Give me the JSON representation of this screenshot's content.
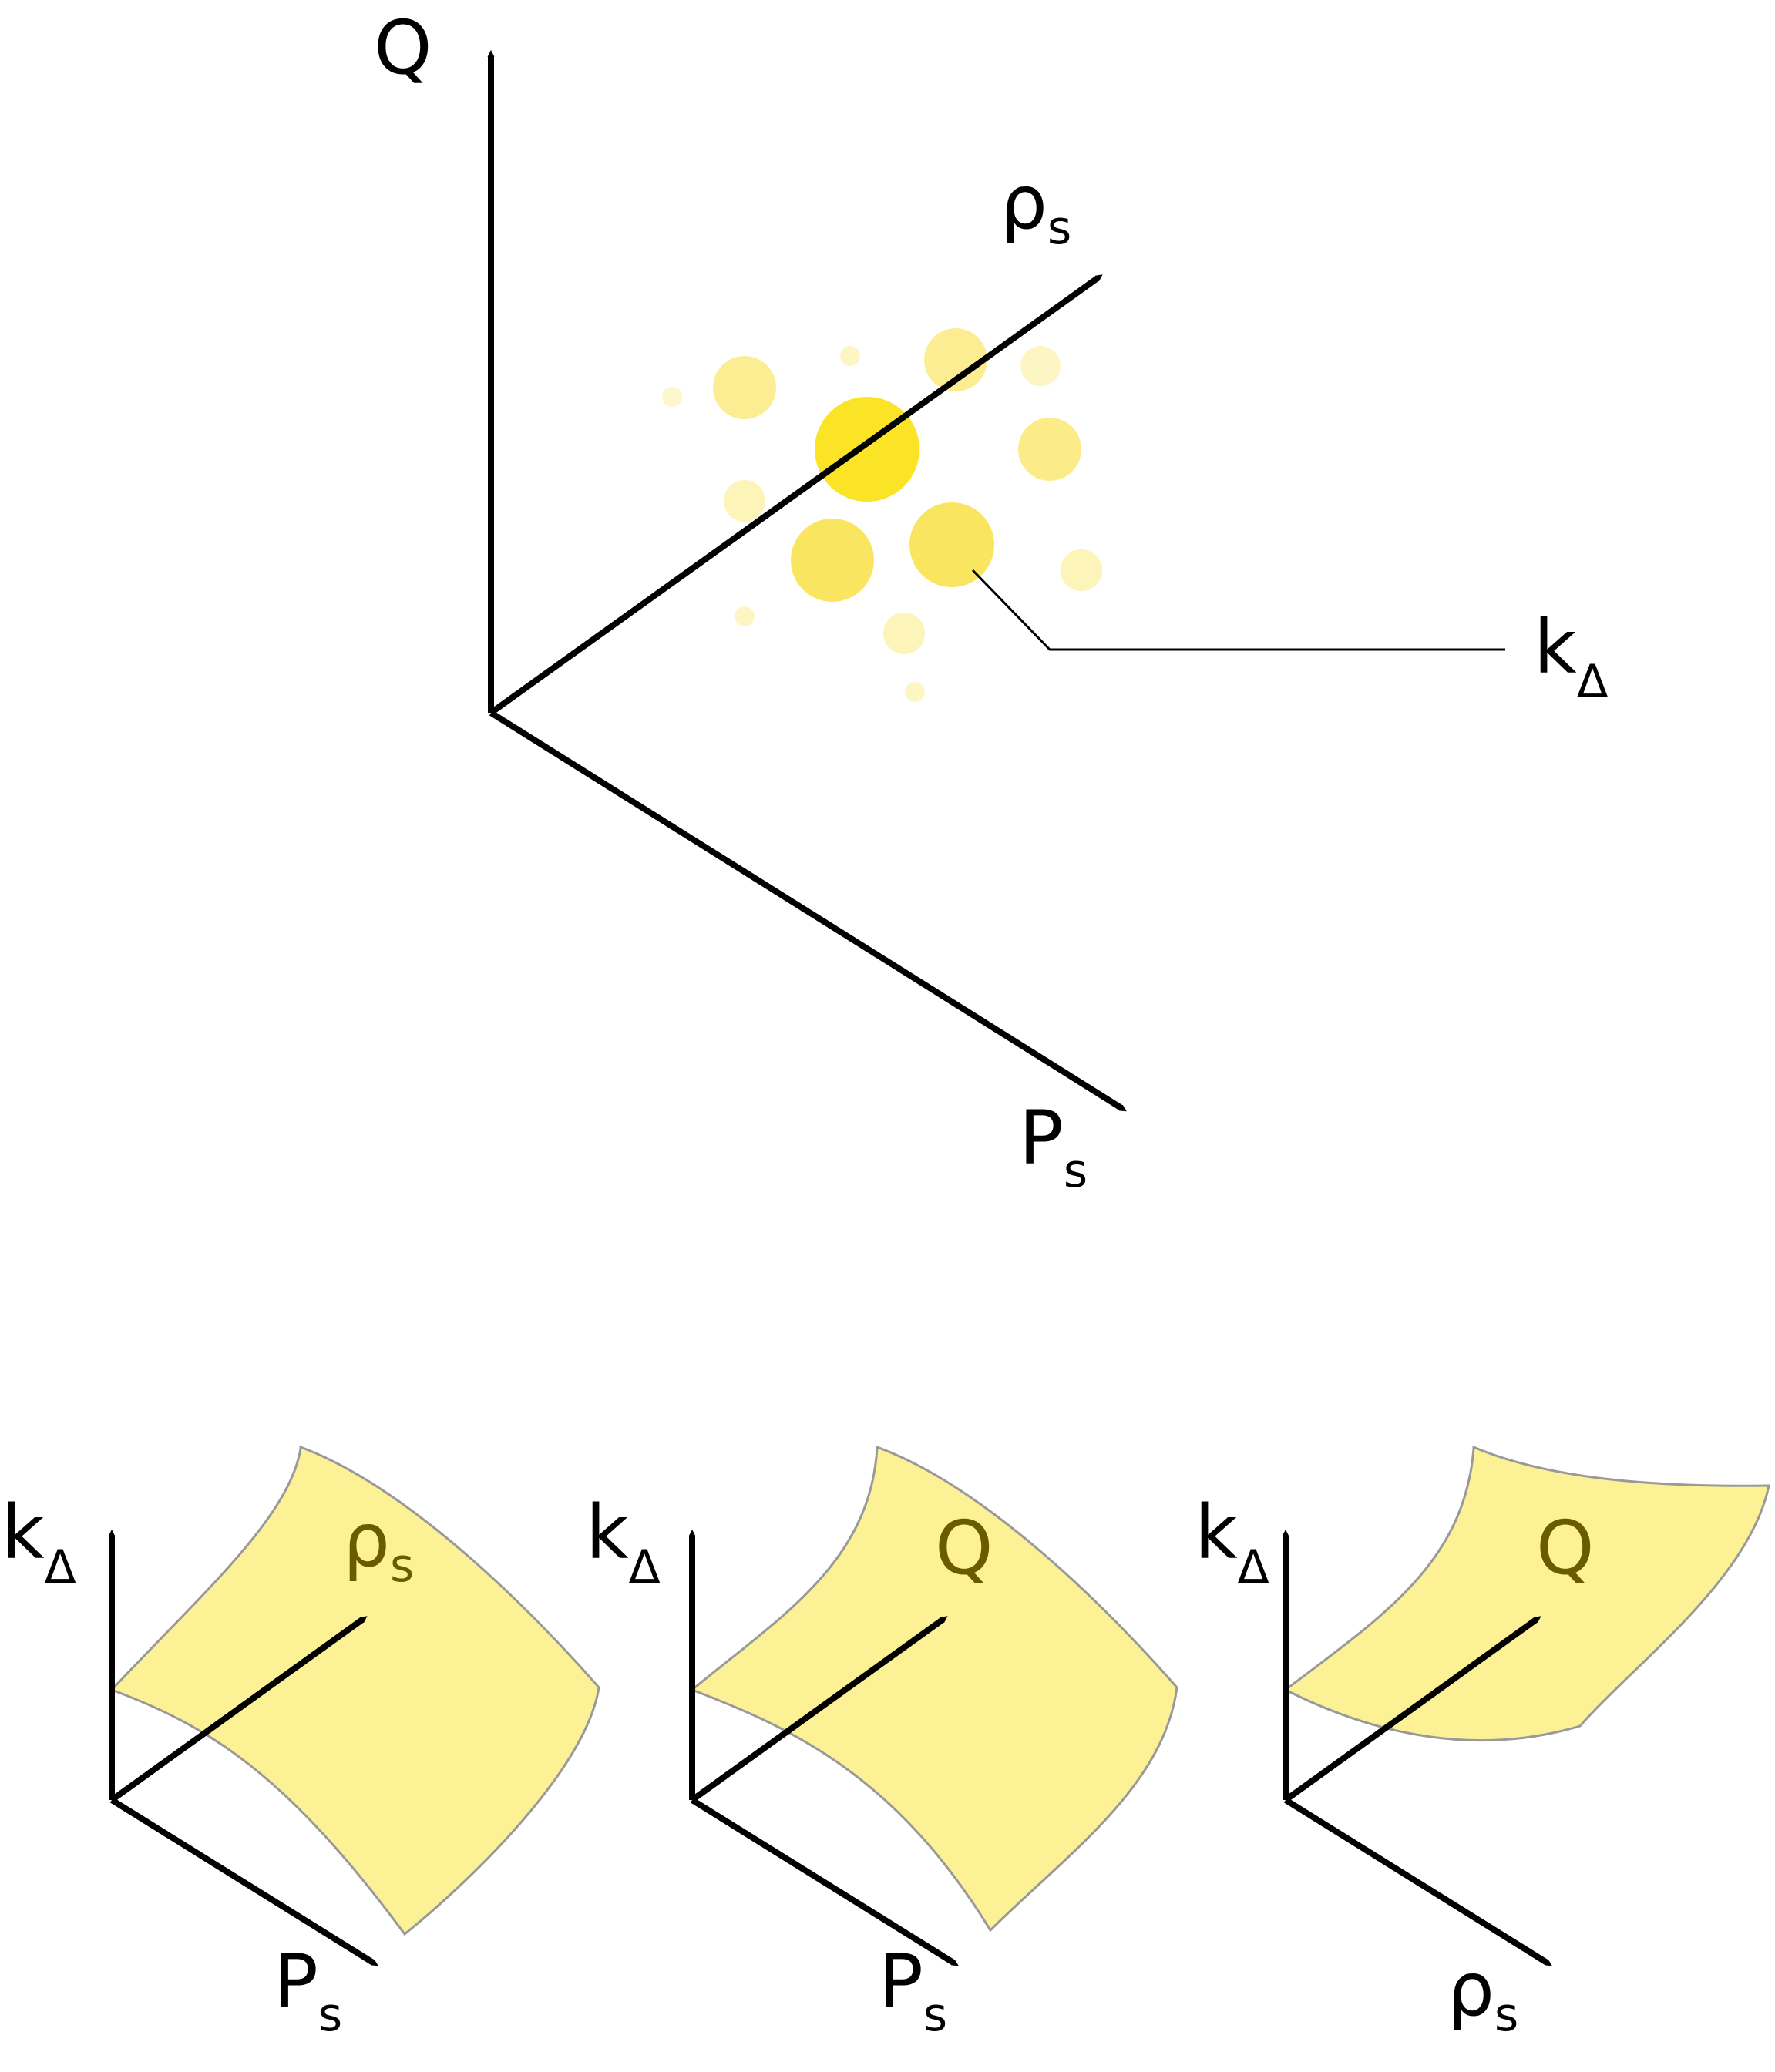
{
  "main_plot": {
    "axis_vertical": "Q",
    "axis_diagonal": {
      "base": "ρ",
      "sub": "s"
    },
    "axis_lower": {
      "base": "P",
      "sub": "s"
    },
    "callout": {
      "base": "k",
      "sub": "Δ"
    }
  },
  "panels": [
    {
      "axis_vertical": {
        "base": "k",
        "sub": "Δ"
      },
      "axis_diagonal": {
        "base": "ρ",
        "sub": "s"
      },
      "axis_lower": {
        "base": "P",
        "sub": "s"
      }
    },
    {
      "axis_vertical": {
        "base": "k",
        "sub": "Δ"
      },
      "axis_diagonal": {
        "base": "Q",
        "sub": ""
      },
      "axis_lower": {
        "base": "P",
        "sub": "s"
      }
    },
    {
      "axis_vertical": {
        "base": "k",
        "sub": "Δ"
      },
      "axis_diagonal": {
        "base": "Q",
        "sub": ""
      },
      "axis_lower": {
        "base": "ρ",
        "sub": "s"
      }
    }
  ],
  "colors": {
    "axis": "#000000",
    "cluster_center": "#fbe325",
    "cluster": "#f9df3a",
    "surface_fill": "#fbf083",
    "surface_edge": "#999999"
  }
}
